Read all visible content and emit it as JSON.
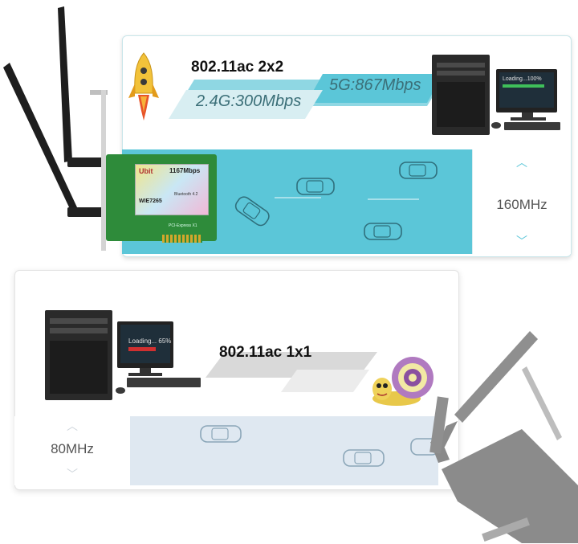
{
  "top": {
    "standard": "802.11ac 2x2",
    "band_5g": "5G:867Mbps",
    "band_24g": "2.4G:300Mbps",
    "bandwidth": "160MHz",
    "monitor_text": "Loading...100%",
    "card_brand": "Ubit",
    "card_speed": "1167Mbps",
    "card_model": "WIE7265",
    "card_bluetooth": "Bluetooth 4.2",
    "card_interface": "PCI-Express X1"
  },
  "bottom": {
    "standard": "802.11ac 1x1",
    "bandwidth": "80MHz",
    "monitor_text": "Loading... 65%"
  },
  "colors": {
    "accent": "#5bc6d8",
    "lane_top": "#5bc6d8",
    "lane_bottom": "#dfe8f1",
    "card_pcb": "#2e8b3a"
  }
}
